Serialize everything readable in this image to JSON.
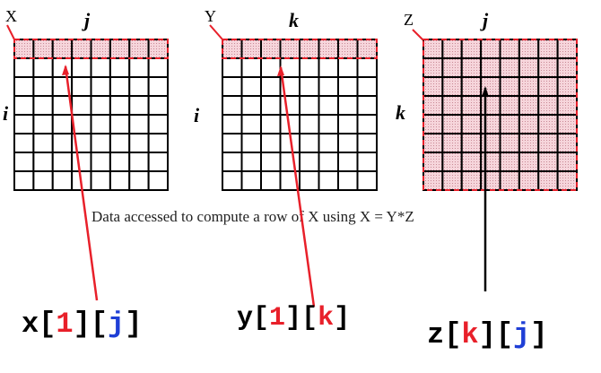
{
  "colors": {
    "grid_line": "#000000",
    "shaded_fill": "#f2c6ce",
    "highlight_dash": "#e8202a",
    "pointer_red": "#e8202a",
    "pointer_black": "#000000",
    "index_red": "#e8202a",
    "index_blue": "#1f3fd6",
    "code_black": "#000000"
  },
  "matrices": [
    {
      "name": "X",
      "col_index": "j",
      "row_index": "i",
      "rows": 8,
      "cols": 8,
      "shading": "first-row"
    },
    {
      "name": "Y",
      "col_index": "k",
      "row_index": "i",
      "rows": 8,
      "cols": 8,
      "shading": "first-row"
    },
    {
      "name": "Z",
      "col_index": "j",
      "row_index": "k",
      "rows": 8,
      "cols": 8,
      "shading": "all"
    }
  ],
  "caption": "Data accessed to compute a row of X using X = Y*Z",
  "code_labels": [
    {
      "array": "x",
      "open1": "[",
      "idx1": "1",
      "close1": "]",
      "open2": "[",
      "idx2": "j",
      "close2": "]"
    },
    {
      "array": "y",
      "open1": "[",
      "idx1": "1",
      "close1": "]",
      "open2": "[",
      "idx2": "k",
      "close2": "]"
    },
    {
      "array": "z",
      "open1": "[",
      "idx1": "k",
      "close1": "]",
      "open2": "[",
      "idx2": "j",
      "close2": "]"
    }
  ]
}
